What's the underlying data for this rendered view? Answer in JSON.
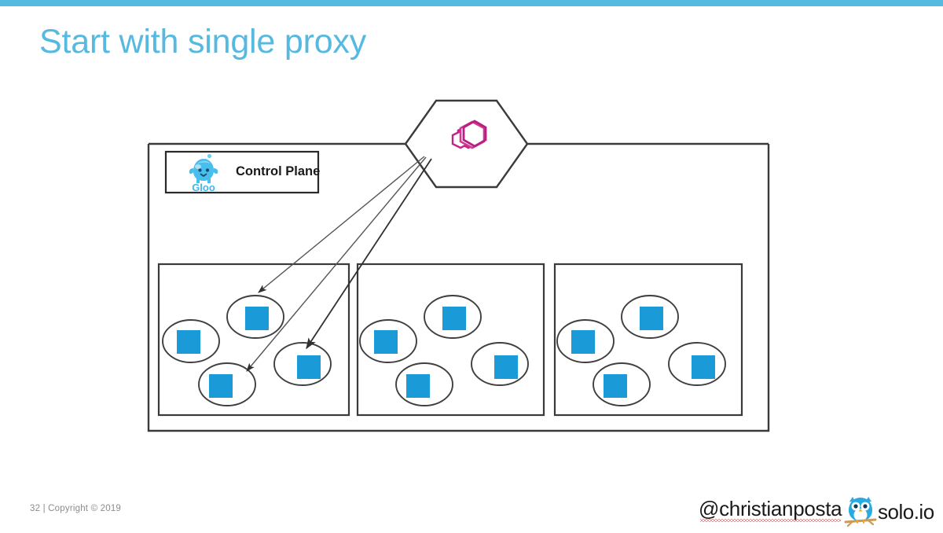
{
  "slide": {
    "title": "Start with single proxy",
    "title_color": "#56b9e0",
    "accent_bar_color": "#56b9e0",
    "background": "#ffffff"
  },
  "diagram": {
    "control_plane": {
      "label": "Control Plane",
      "logo_name": "gloo-logo",
      "logo_text": "Gloo",
      "logo_color": "#3fb6ea"
    },
    "proxy": {
      "shape": "hexagon",
      "logo_name": "envoy-logo",
      "logo_color": "#c3238f",
      "stroke": "#3a3a3a"
    },
    "pod_color": "#1a9bd7",
    "pod_stroke": "#3f3f3f",
    "box_stroke": "#3a3a3a",
    "arrow_color": "#3a3a3a",
    "arrow_count": 3,
    "groups": [
      {
        "name": "namespace-group-1",
        "pods": [
          "pod-1",
          "pod-2",
          "pod-3",
          "pod-4"
        ]
      },
      {
        "name": "namespace-group-2",
        "pods": [
          "pod-1",
          "pod-2",
          "pod-3",
          "pod-4"
        ]
      },
      {
        "name": "namespace-group-3",
        "pods": [
          "pod-1",
          "pod-2",
          "pod-3",
          "pod-4"
        ]
      }
    ]
  },
  "footer": {
    "page_and_copyright": "32  |  Copyright © 2019",
    "handle": "@christianposta",
    "brand": "solo.io",
    "owl_icon_name": "solo-owl-logo",
    "owl_color": "#29abe2",
    "branch_color": "#c99a58"
  }
}
